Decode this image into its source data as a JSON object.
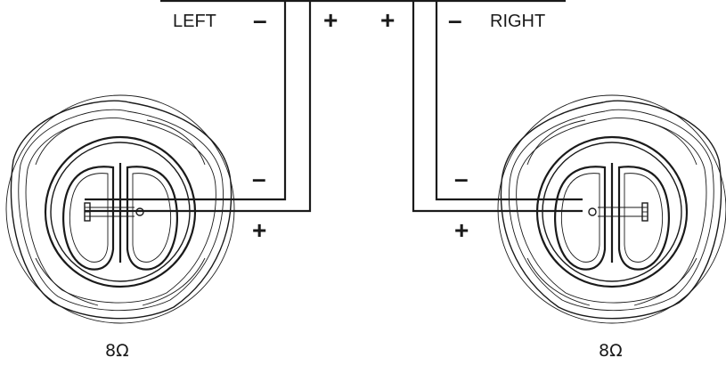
{
  "channels": {
    "left": {
      "label": "LEFT",
      "neg": "–",
      "pos": "+"
    },
    "right": {
      "label": "RIGHT",
      "neg": "–",
      "pos": "+"
    }
  },
  "speakers": {
    "left": {
      "neg": "–",
      "pos": "+",
      "impedance": "8Ω"
    },
    "right": {
      "neg": "–",
      "pos": "+",
      "impedance": "8Ω"
    }
  },
  "colors": {
    "line": "#1a1a1a",
    "background": "#ffffff"
  }
}
